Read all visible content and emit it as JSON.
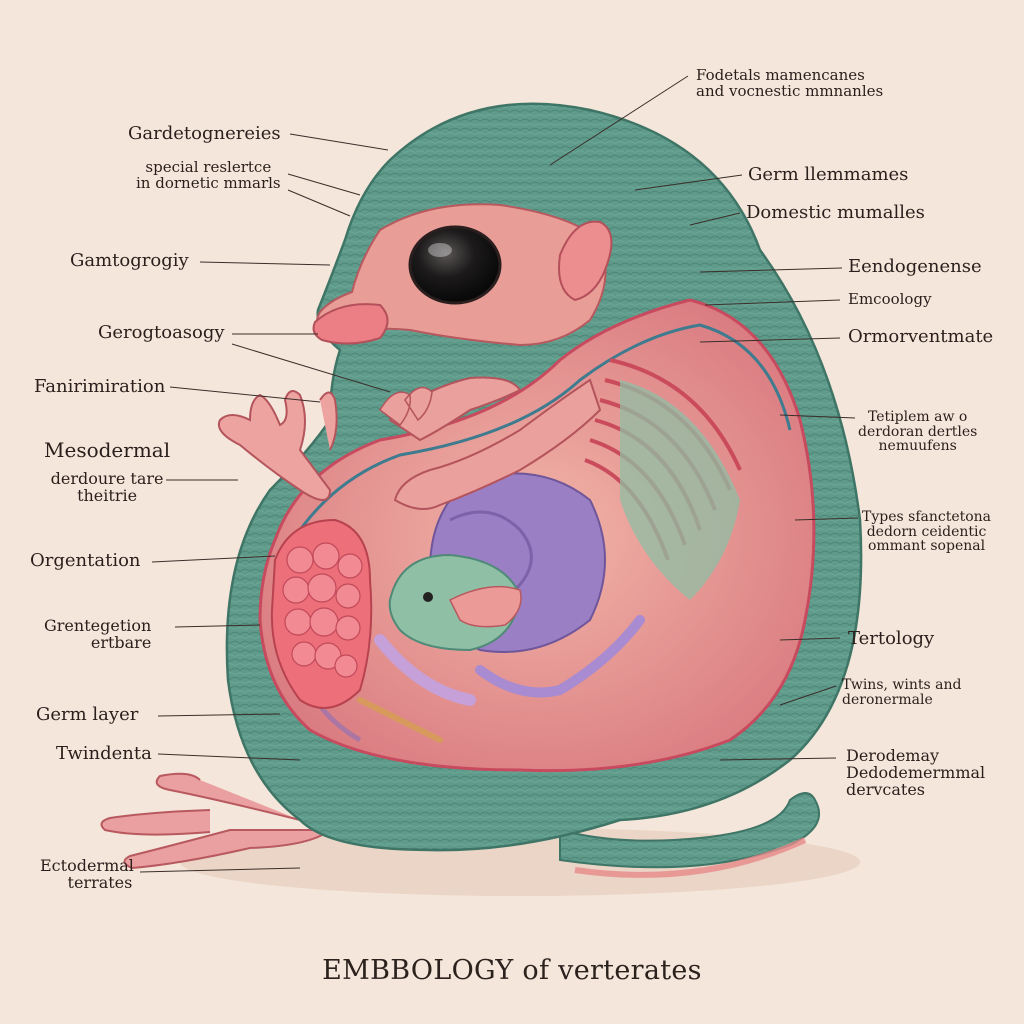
{
  "caption": "EMBBOLOGY of verterates",
  "labels_left": [
    {
      "id": "gardetogneries",
      "lines": [
        "Gardetognereies"
      ]
    },
    {
      "id": "special-reslertce",
      "lines": [
        "special reslertce",
        "in dornetic mmarls"
      ]
    },
    {
      "id": "gamtogrogiy",
      "lines": [
        "Gamtogrogiy"
      ]
    },
    {
      "id": "gerogtoasogy",
      "lines": [
        "Gerogtoasogy"
      ]
    },
    {
      "id": "fanirimiration",
      "lines": [
        "Fanirimiration"
      ]
    },
    {
      "id": "mesodermal",
      "lines": [
        "Mesodermal",
        "derdoure tare",
        "theitrie"
      ]
    },
    {
      "id": "orgentation",
      "lines": [
        "Orgentation"
      ]
    },
    {
      "id": "grentegetion",
      "lines": [
        "Grentegetion",
        "ertbare"
      ]
    },
    {
      "id": "germ-layer",
      "lines": [
        "Germ layer"
      ]
    },
    {
      "id": "twindenta",
      "lines": [
        "Twindenta"
      ]
    },
    {
      "id": "ectodermal",
      "lines": [
        "Ectodermal",
        "terrates"
      ]
    }
  ],
  "labels_right": [
    {
      "id": "fodetals",
      "lines": [
        "Fodetals mamencanes",
        "and vocnestic mmnanles"
      ]
    },
    {
      "id": "germ-llemmames",
      "lines": [
        "Germ llemmames"
      ]
    },
    {
      "id": "domestic-mumalles",
      "lines": [
        "Domestic mumalles"
      ]
    },
    {
      "id": "eendogenense",
      "lines": [
        "Eendogenense"
      ]
    },
    {
      "id": "emcoology",
      "lines": [
        "Emcoology"
      ]
    },
    {
      "id": "ormorventmate",
      "lines": [
        "Ormorventmate"
      ]
    },
    {
      "id": "tetiplem",
      "lines": [
        "Tetiplem aw o",
        "derdoran dertles",
        "nemuufens"
      ]
    },
    {
      "id": "types",
      "lines": [
        "Types sfanctetona",
        "dedorn ceidentic",
        "ommant  sopenal"
      ]
    },
    {
      "id": "tertology",
      "lines": [
        "Tertology"
      ]
    },
    {
      "id": "twins",
      "lines": [
        "Twins, wints and",
        "deronermale"
      ]
    },
    {
      "id": "derodemay",
      "lines": [
        "Derodemay",
        "Dedodemermmal",
        "dervcates"
      ]
    }
  ],
  "colors": {
    "background": "#f4e6da",
    "skin": "#5f9a8a",
    "skin_dark": "#3f7566",
    "flesh": "#e88a8a",
    "organ_pink": "#ec6f7a",
    "organ_purple": "#9b7fc4",
    "membrane": "#c84a5e",
    "eye": "#1a1818",
    "leader": "#3a2e2a"
  }
}
